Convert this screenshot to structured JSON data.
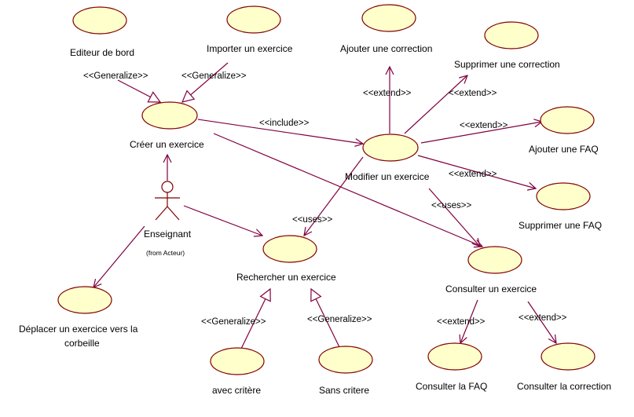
{
  "colors": {
    "usecase_fill": "#ffffcc",
    "usecase_stroke": "#800000",
    "line": "#800040"
  },
  "actor": {
    "name": "Enseignant",
    "from": "(from Acteur)"
  },
  "usecases": {
    "editeur": "Editeur de bord",
    "importer": "Importer un exercice",
    "ajouter_correction": "Ajouter une correction",
    "supprimer_correction": "Supprimer une correction",
    "creer": "Créer un exercice",
    "modifier": "Modifier un exercice",
    "ajouter_faq": "Ajouter une FAQ",
    "supprimer_faq": "Supprimer une FAQ",
    "rechercher": "Rechercher un exercice",
    "consulter": "Consulter un exercice",
    "deplacer_1": "Déplacer un exercice vers la",
    "deplacer_2": "corbeille",
    "avec_critere": "avec critère",
    "sans_critere": "Sans critere",
    "consulter_faq": "Consulter la FAQ",
    "consulter_correction": "Consulter la correction"
  },
  "stereotypes": {
    "generalize": "<<Generalize>>",
    "include": "<<include>>",
    "extend": "<<extend>>",
    "uses": "<<uses>>"
  }
}
